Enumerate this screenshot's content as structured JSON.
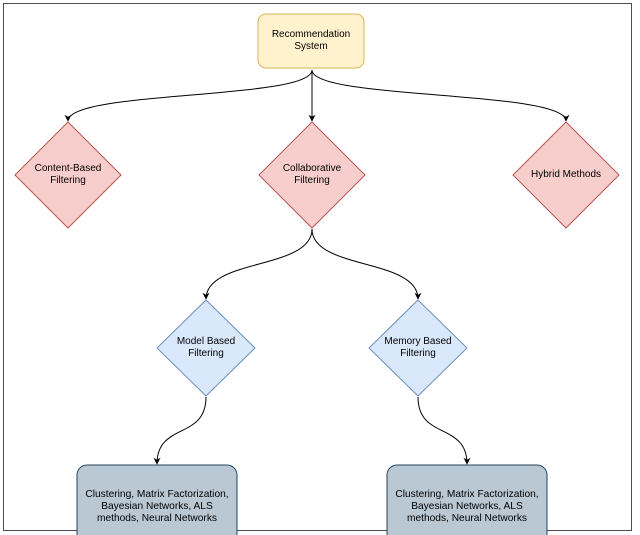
{
  "nodes": {
    "root": {
      "label": "Recommendation\nSystem",
      "fill": "#fff2cc",
      "stroke": "#d6b656",
      "shape": "rounded-rectangle"
    },
    "content_based": {
      "label": "Content-Based\nFiltering",
      "fill": "#f8cecc",
      "stroke": "#b85450",
      "shape": "diamond"
    },
    "collaborative": {
      "label": "Collaborative\nFiltering",
      "fill": "#f8cecc",
      "stroke": "#b85450",
      "shape": "diamond"
    },
    "hybrid": {
      "label": "Hybrid Methods",
      "fill": "#f8cecc",
      "stroke": "#b85450",
      "shape": "diamond"
    },
    "model_based": {
      "label": "Model Based\nFiltering",
      "fill": "#dae8fc",
      "stroke": "#6c8ebf",
      "shape": "diamond"
    },
    "memory_based": {
      "label": "Memory Based\nFiltering",
      "fill": "#dae8fc",
      "stroke": "#6c8ebf",
      "shape": "diamond"
    },
    "model_methods": {
      "label": "Clustering, Matrix Factorization,\nBayesian Networks, ALS\nmethods, Neural Networks",
      "fill": "#bac8d3",
      "stroke": "#23445d",
      "shape": "rounded-rectangle"
    },
    "memory_methods": {
      "label": "Clustering, Matrix Factorization,\nBayesian Networks, ALS\nmethods, Neural Networks",
      "fill": "#bac8d3",
      "stroke": "#23445d",
      "shape": "rounded-rectangle"
    }
  },
  "edges": [
    {
      "from": "root",
      "to": "content_based"
    },
    {
      "from": "root",
      "to": "collaborative"
    },
    {
      "from": "root",
      "to": "hybrid"
    },
    {
      "from": "collaborative",
      "to": "model_based"
    },
    {
      "from": "collaborative",
      "to": "memory_based"
    },
    {
      "from": "model_based",
      "to": "model_methods"
    },
    {
      "from": "memory_based",
      "to": "memory_methods"
    }
  ],
  "colors": {
    "edge": "#000000",
    "frame": "#4d4d4d"
  }
}
